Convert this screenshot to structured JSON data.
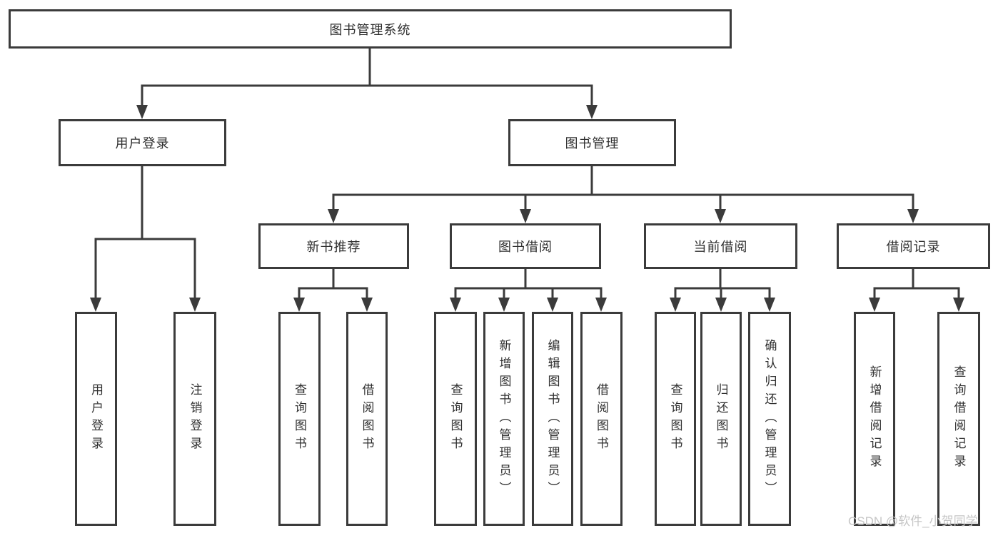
{
  "colors": {
    "line": "#3b3b3b",
    "box_border": "#3b3b3b",
    "text": "#2f2f2f",
    "watermark": "#c6c6c6",
    "background": "#ffffff"
  },
  "watermark": "CSDN @软件_小贺同学",
  "tree": {
    "root": "图书管理系统",
    "level2": [
      "用户登录",
      "图书管理"
    ],
    "level3": [
      "新书推荐",
      "图书借阅",
      "当前借阅",
      "借阅记录"
    ],
    "leaves": {
      "user_login": [
        "用户登录",
        "注销登录"
      ],
      "new_book_recommend": [
        "查询图书",
        "借阅图书"
      ],
      "book_borrowing": [
        "查询图书",
        "新增图书（管理员）",
        "编辑图书（管理员）",
        "借阅图书"
      ],
      "current_borrowing": [
        "查询图书",
        "归还图书",
        "确认归还（管理员）"
      ],
      "borrowing_records": [
        "新增借阅记录",
        "查询借阅记录"
      ]
    }
  }
}
